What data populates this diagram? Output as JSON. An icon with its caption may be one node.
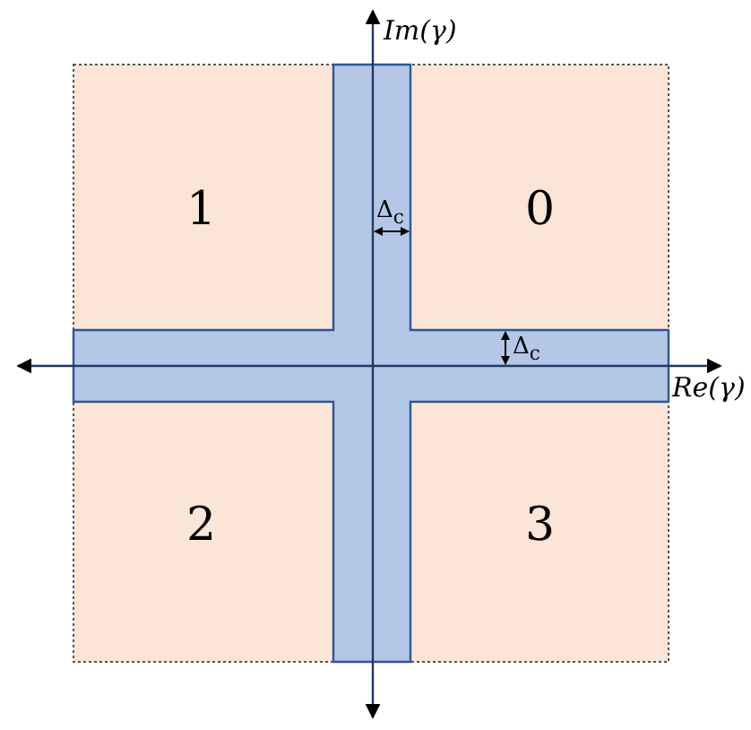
{
  "diagram": {
    "labels": [
      "Im(γ)",
      "1",
      "Δ$_{c}$",
      "0",
      "Δ$_{c}$",
      "Re(γ)",
      "2",
      "3"
    ]
  }
}
